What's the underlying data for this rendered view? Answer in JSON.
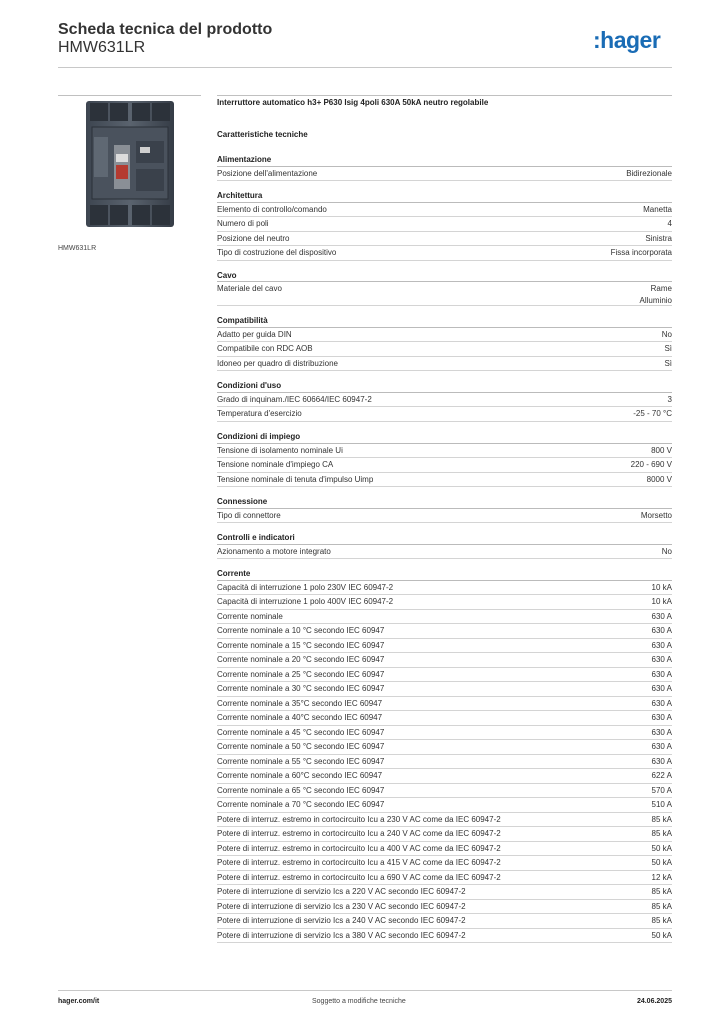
{
  "header": {
    "title": "Scheda tecnica del prodotto",
    "product_code": "HMW631LR",
    "logo_text": ":hager"
  },
  "colors": {
    "brand": "#1a6cb5"
  },
  "product": {
    "image_caption": "HMW631LR",
    "description": "Interruttore automatico h3+ P630 Isig 4poli 630A 50kA neutro regolabile",
    "characteristics_title": "Caratteristiche tecniche"
  },
  "sections": [
    {
      "title": "Alimentazione",
      "rows": [
        {
          "label": "Posizione dell'alimentazione",
          "value": "Bidirezionale"
        }
      ]
    },
    {
      "title": "Architettura",
      "rows": [
        {
          "label": "Elemento di controllo/comando",
          "value": "Manetta"
        },
        {
          "label": "Numero di poli",
          "value": "4"
        },
        {
          "label": "Posizione del neutro",
          "value": "Sinistra"
        },
        {
          "label": "Tipo di costruzione del dispositivo",
          "value": "Fissa incorporata"
        }
      ]
    },
    {
      "title": "Cavo",
      "rows": [
        {
          "label": "Materiale del cavo",
          "values": [
            "Rame",
            "Alluminio"
          ]
        }
      ]
    },
    {
      "title": "Compatibilità",
      "rows": [
        {
          "label": "Adatto per guida DIN",
          "value": "No"
        },
        {
          "label": "Compatibile con RDC AOB",
          "value": "Sì"
        },
        {
          "label": "Idoneo per quadro di distribuzione",
          "value": "Sì"
        }
      ]
    },
    {
      "title": "Condizioni d'uso",
      "rows": [
        {
          "label": "Grado di inquinam./IEC 60664/IEC 60947-2",
          "value": "3"
        },
        {
          "label": "Temperatura d'esercizio",
          "value": "-25 - 70 °C"
        }
      ]
    },
    {
      "title": "Condizioni di impiego",
      "rows": [
        {
          "label": "Tensione di isolamento nominale Ui",
          "value": "800 V"
        },
        {
          "label": "Tensione nominale d'impiego CA",
          "value": "220 - 690 V"
        },
        {
          "label": "Tensione nominale di tenuta d'impulso Uimp",
          "value": "8000 V"
        }
      ]
    },
    {
      "title": "Connessione",
      "rows": [
        {
          "label": "Tipo di connettore",
          "value": "Morsetto"
        }
      ]
    },
    {
      "title": "Controlli e indicatori",
      "rows": [
        {
          "label": "Azionamento a motore integrato",
          "value": "No"
        }
      ]
    },
    {
      "title": "Corrente",
      "rows": [
        {
          "label": "Capacità di interruzione 1 polo 230V IEC 60947-2",
          "value": "10 kA"
        },
        {
          "label": "Capacità di interruzione 1 polo 400V IEC 60947-2",
          "value": "10 kA"
        },
        {
          "label": "Corrente nominale",
          "value": "630 A"
        },
        {
          "label": "Corrente nominale a 10 °C secondo IEC 60947",
          "value": "630 A"
        },
        {
          "label": "Corrente nominale a 15 °C secondo IEC 60947",
          "value": "630 A"
        },
        {
          "label": "Corrente nominale a 20 °C secondo IEC 60947",
          "value": "630 A"
        },
        {
          "label": "Corrente nominale a 25 °C secondo IEC 60947",
          "value": "630 A"
        },
        {
          "label": "Corrente nominale a 30 °C secondo IEC 60947",
          "value": "630 A"
        },
        {
          "label": "Corrente nominale a 35°C secondo IEC 60947",
          "value": "630 A"
        },
        {
          "label": "Corrente nominale a 40°C secondo IEC 60947",
          "value": "630 A"
        },
        {
          "label": "Corrente nominale a 45 °C secondo IEC 60947",
          "value": "630 A"
        },
        {
          "label": "Corrente nominale a 50 °C secondo IEC 60947",
          "value": "630 A"
        },
        {
          "label": "Corrente nominale a 55 °C secondo IEC 60947",
          "value": "630 A"
        },
        {
          "label": "Corrente nominale a 60°C secondo IEC 60947",
          "value": "622 A"
        },
        {
          "label": "Corrente nominale a 65 °C secondo IEC 60947",
          "value": "570 A"
        },
        {
          "label": "Corrente nominale a 70 °C secondo IEC 60947",
          "value": "510 A"
        },
        {
          "label": "Potere di interruz. estremo in cortocircuito Icu a 230 V AC come da IEC 60947-2",
          "value": "85 kA"
        },
        {
          "label": "Potere di interruz. estremo in cortocircuito Icu a 240 V AC come da IEC 60947-2",
          "value": "85 kA"
        },
        {
          "label": "Potere di interruz. estremo in cortocircuito Icu a 400 V AC come da IEC 60947-2",
          "value": "50 kA"
        },
        {
          "label": "Potere di interruz. estremo in cortocircuito Icu a 415 V AC come da IEC 60947-2",
          "value": "50 kA"
        },
        {
          "label": "Potere di interruz. estremo in cortocircuito Icu a 690 V AC come da IEC 60947-2",
          "value": "12 kA"
        },
        {
          "label": "Potere di interruzione di servizio Ics a 220 V AC secondo IEC 60947-2",
          "value": "85 kA"
        },
        {
          "label": "Potere di interruzione di servizio Ics a 230 V AC secondo IEC 60947-2",
          "value": "85 kA"
        },
        {
          "label": "Potere di interruzione di servizio Ics a 240 V AC secondo IEC 60947-2",
          "value": "85 kA"
        },
        {
          "label": "Potere di interruzione di servizio Ics a 380 V AC secondo IEC 60947-2",
          "value": "50 kA"
        }
      ]
    }
  ],
  "footer": {
    "website": "hager.com/it",
    "notice": "Soggetto a modifiche tecniche",
    "date": "24.06.2025"
  }
}
